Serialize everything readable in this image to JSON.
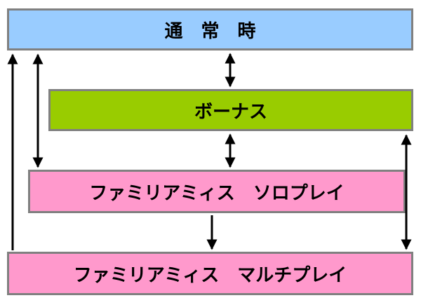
{
  "states": {
    "normal": "通　常　時",
    "bonus": "ボーナス",
    "solo": "ファミリアミィス　ソロプレイ",
    "multi": "ファミリアミィス　マルチプレイ"
  },
  "colors": {
    "normal_fill": "#99ccff",
    "bonus_fill": "#99cc00",
    "familiar_fill": "#ff99cc",
    "border": "#808080",
    "arrow": "#000000"
  }
}
